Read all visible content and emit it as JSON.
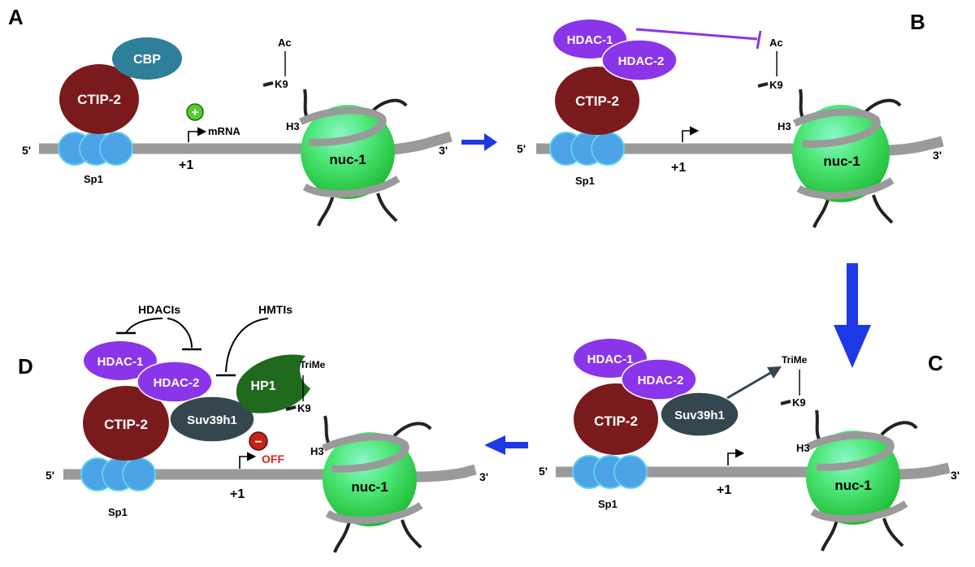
{
  "panels": [
    {
      "letter": "A",
      "proteins": {
        "ctip2": "CTIP-2",
        "cbp": "CBP",
        "sp1": "Sp1"
      },
      "histone": {
        "mark": "Ac",
        "residue": "K9",
        "h3": "H3",
        "nuc": "nuc-1"
      },
      "dna": {
        "five": "5'",
        "three": "3'",
        "start": "+1"
      },
      "transcript": "mRNA",
      "sign": "+"
    },
    {
      "letter": "B",
      "proteins": {
        "ctip2": "CTIP-2",
        "hdac1": "HDAC-1",
        "hdac2": "HDAC-2",
        "sp1": "Sp1"
      },
      "histone": {
        "mark": "Ac",
        "residue": "K9",
        "h3": "H3",
        "nuc": "nuc-1"
      },
      "dna": {
        "five": "5'",
        "three": "3'",
        "start": "+1"
      }
    },
    {
      "letter": "C",
      "proteins": {
        "ctip2": "CTIP-2",
        "hdac1": "HDAC-1",
        "hdac2": "HDAC-2",
        "suv": "Suv39h1",
        "sp1": "Sp1"
      },
      "histone": {
        "mark": "TriMe",
        "residue": "K9",
        "h3": "H3",
        "nuc": "nuc-1"
      },
      "dna": {
        "five": "5'",
        "three": "3'",
        "start": "+1"
      }
    },
    {
      "letter": "D",
      "proteins": {
        "ctip2": "CTIP-2",
        "hdac1": "HDAC-1",
        "hdac2": "HDAC-2",
        "suv": "Suv39h1",
        "hp1": "HP1",
        "sp1": "Sp1"
      },
      "histone": {
        "mark": "TriMe",
        "residue": "K9",
        "h3": "H3",
        "nuc": "nuc-1"
      },
      "dna": {
        "five": "5'",
        "three": "3'",
        "start": "+1"
      },
      "inhibitors": {
        "hdac": "HDACIs",
        "hmt": "HMTIs"
      },
      "sign": "−",
      "status": "OFF"
    }
  ],
  "colors": {
    "ctip2": "#7a1a1c",
    "cbp": "#2e7f9a",
    "hdac": "#8a35ea",
    "suv": "#34474f",
    "hp1": "#1f6a1c",
    "sp1": "#4ca3e6",
    "dna": "#9a9a9a",
    "flow_arrow": "#1f38e6",
    "inhibit_hdac": "#8a35ea"
  }
}
